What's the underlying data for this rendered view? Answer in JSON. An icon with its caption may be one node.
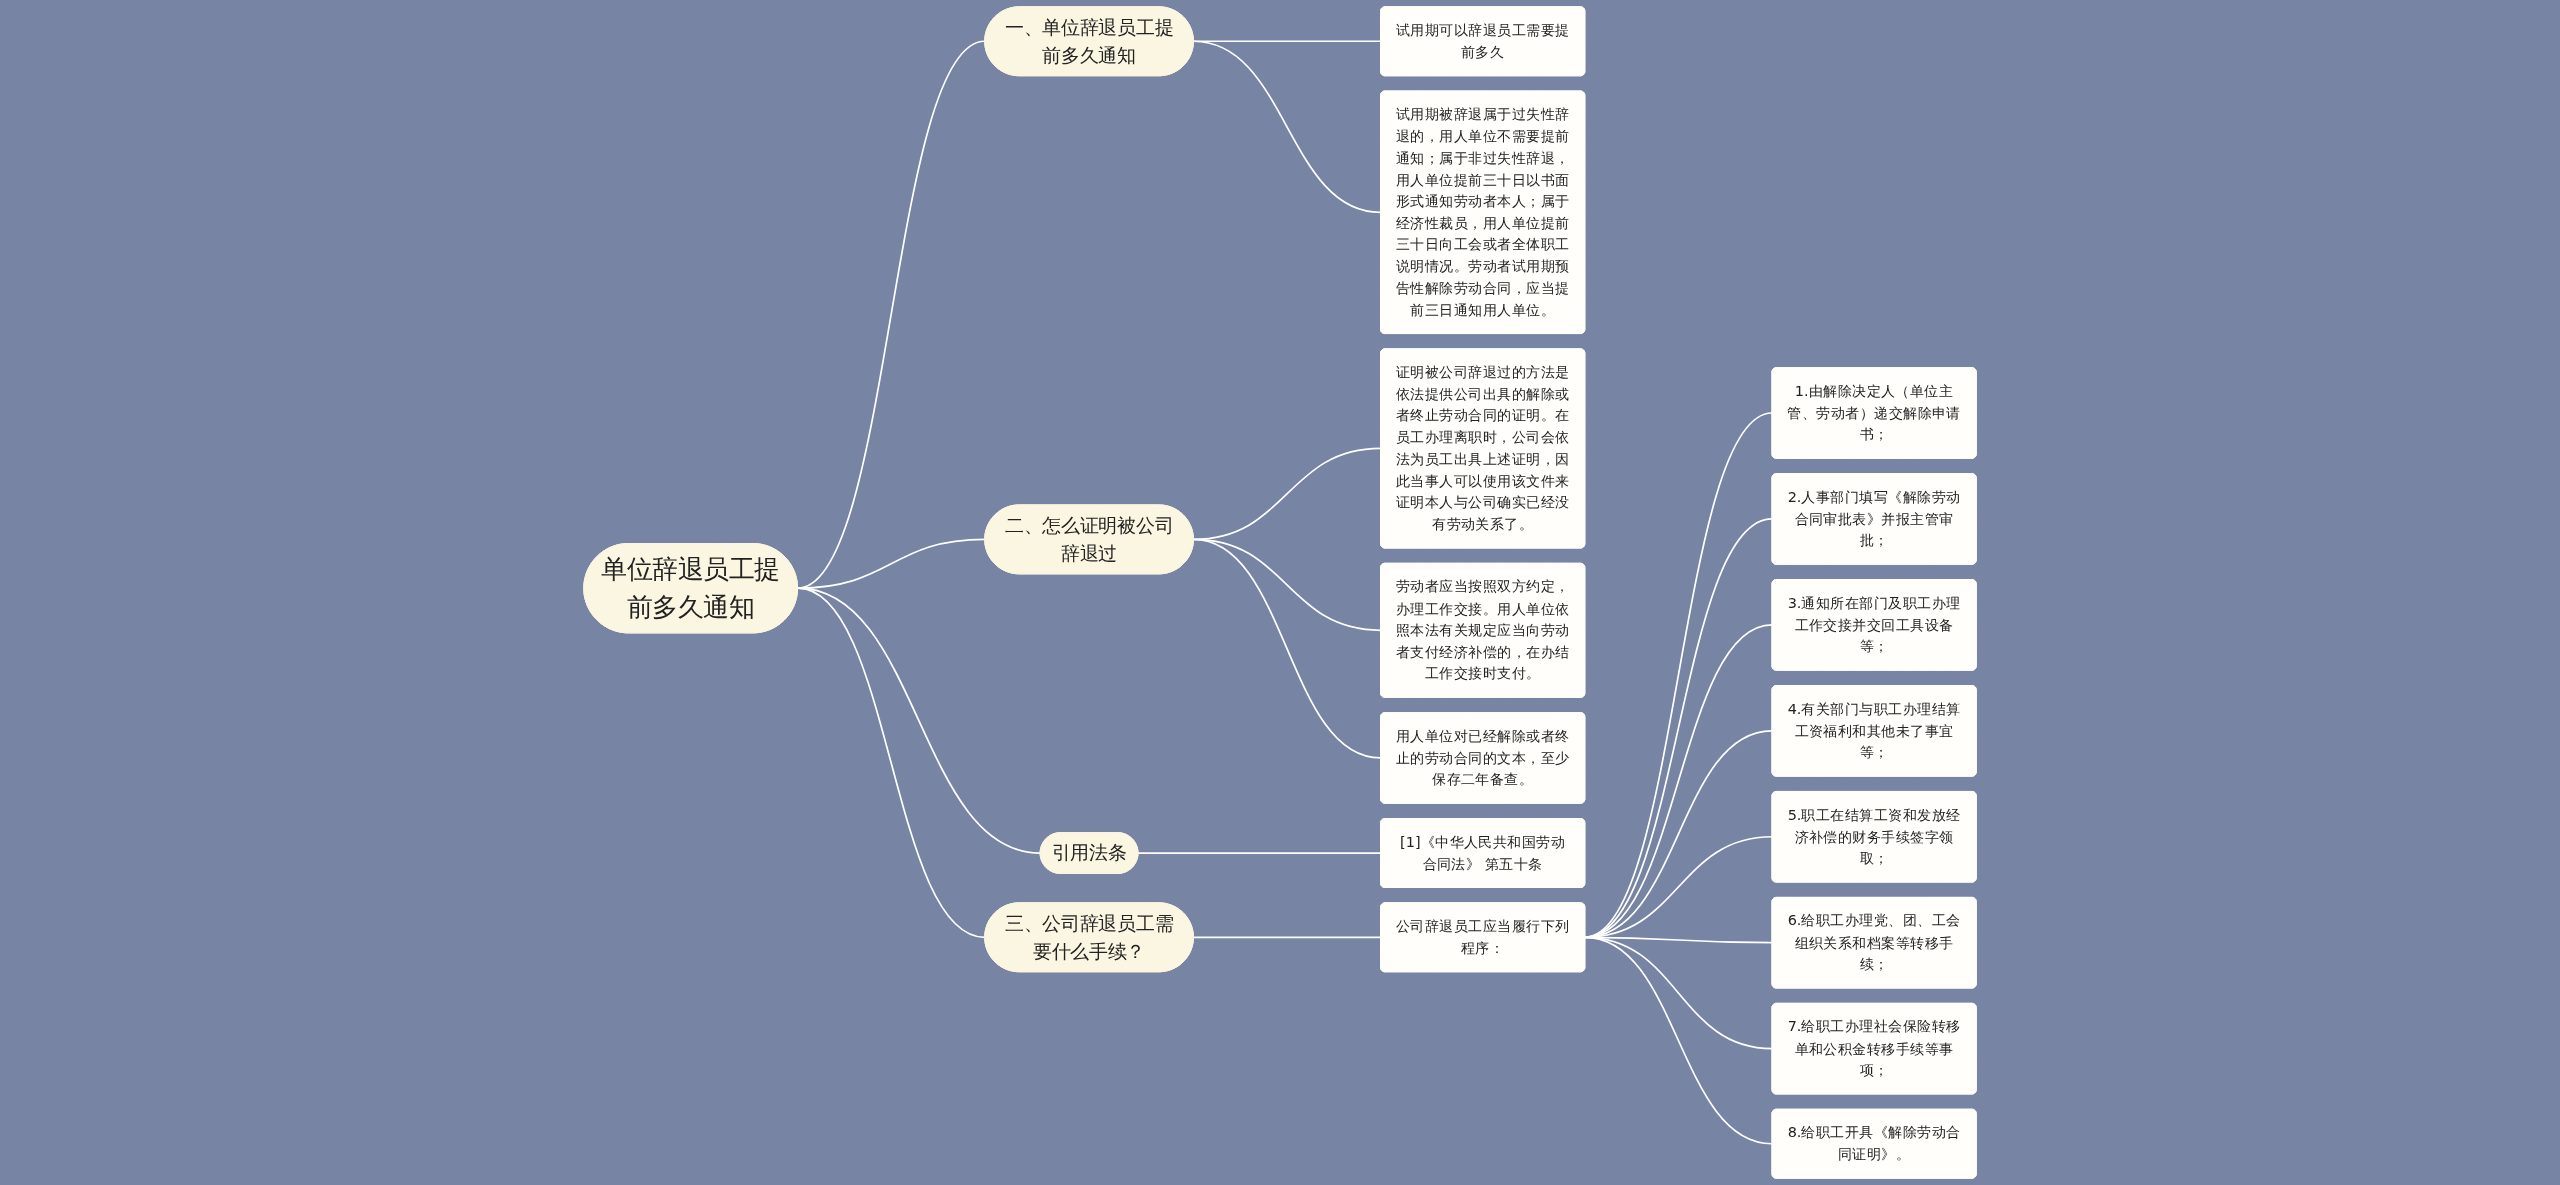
{
  "diagram": {
    "nodes": [
      {
        "text": [
          "单位辞退员工提前多久通知"
        ]
      },
      {
        "text": [
          "一、单位辞退员工提前多久通知"
        ]
      },
      {
        "text": [
          "试用期可以辞退员工需要提前多久"
        ]
      },
      {
        "text": [
          "试用期被辞退属于过失性辞退的，用人单位不需要提前通知；属于非过失性辞退，用人单位提前三十日以书面形式通知劳动者本人；属于经济性裁员，用人单位提前三十日向工会或者全体职工说明情况。劳动者试用期预告性解除劳动合同，应当提前三日通知用人单位。"
        ]
      },
      {
        "text": [
          "二、怎么证明被公司辞退过"
        ]
      },
      {
        "text": [
          "证明被公司辞退过的方法是依法提供公司出具的解除或者终止劳动合同的证明。在员工办理离职时，公司会依法为员工出具上述证明，因此当事人可以使用该文件来证明本人与公司确实已经没有劳动关系了。"
        ]
      },
      {
        "text": [
          "劳动者应当按照双方约定，办理工作交接。用人单位依照本法有关规定应当向劳动者支付经济补偿的，在办结工作交接时支付。"
        ]
      },
      {
        "text": [
          "用人单位对已经解除或者终止的劳动合同的文本，至少保存二年备查。"
        ]
      },
      {
        "text": [
          "引用法条"
        ]
      },
      {
        "text": [
          "[1]《中华人民共和国劳动合同法》 第五十条"
        ]
      },
      {
        "text": [
          "三、公司辞退员工需要什么手续？"
        ]
      },
      {
        "text": [
          "公司辞退员工应当履行下列程序："
        ]
      },
      {
        "text": [
          "1.由解除决定人（单位主管、劳动者）递交解除申请书；"
        ]
      },
      {
        "text": [
          "2.人事部门填写《解除劳动合同审批表》并报主管审批；"
        ]
      },
      {
        "text": [
          "3.通知所在部门及职工办理工作交接并交回工具设备等；"
        ]
      },
      {
        "text": [
          "4.有关部门与职工办理结算工资福利和其他未了事宜等；"
        ]
      },
      {
        "text": [
          "5.职工在结算工资和发放经济补偿的财务手续签字领取；"
        ]
      },
      {
        "text": [
          "6.给职工办理党、团、工会组织关系和档案等转移手续；"
        ]
      },
      {
        "text": [
          "7.给职工办理社会保险转移单和公积金转移手续等事项；"
        ]
      },
      {
        "text": [
          "8.给职工开具《解除劳动合同证明》。"
        ]
      }
    ],
    "edges": [
      {
        "from": 0,
        "to": 1,
        "arrow": "none"
      },
      {
        "from": 1,
        "to": 2,
        "arrow": "none"
      },
      {
        "from": 1,
        "to": 3,
        "arrow": "none"
      },
      {
        "from": 0,
        "to": 4,
        "arrow": "none"
      },
      {
        "from": 4,
        "to": 5,
        "arrow": "none"
      },
      {
        "from": 4,
        "to": 6,
        "arrow": "none"
      },
      {
        "from": 4,
        "to": 7,
        "arrow": "none"
      },
      {
        "from": 0,
        "to": 8,
        "arrow": "none"
      },
      {
        "from": 8,
        "to": 9,
        "arrow": "none"
      },
      {
        "from": 0,
        "to": 10,
        "arrow": "none"
      },
      {
        "from": 10,
        "to": 11,
        "arrow": "none"
      },
      {
        "from": 11,
        "to": 12,
        "arrow": "none"
      },
      {
        "from": 11,
        "to": 13,
        "arrow": "none"
      },
      {
        "from": 11,
        "to": 14,
        "arrow": "none"
      },
      {
        "from": 11,
        "to": 15,
        "arrow": "none"
      },
      {
        "from": 11,
        "to": 16,
        "arrow": "none"
      },
      {
        "from": 11,
        "to": 17,
        "arrow": "none"
      },
      {
        "from": 11,
        "to": 18,
        "arrow": "none"
      },
      {
        "from": 11,
        "to": 19,
        "arrow": "none"
      }
    ]
  }
}
